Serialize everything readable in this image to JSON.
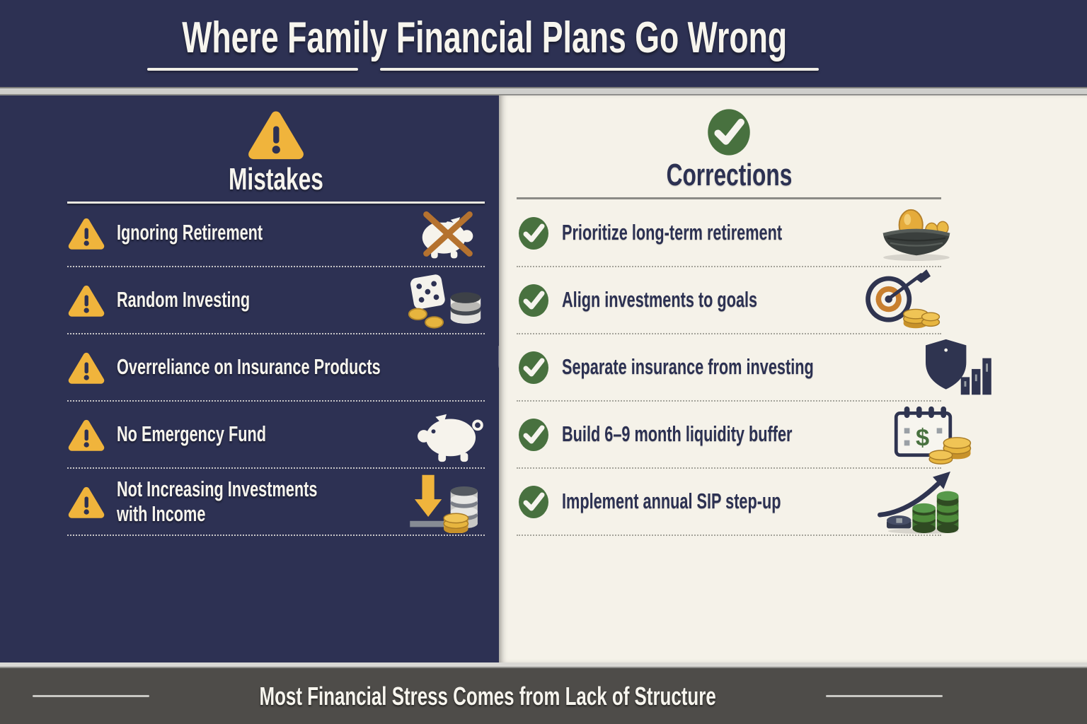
{
  "title": "Where Family Financial Plans Go Wrong",
  "colors": {
    "navy_background": "#2d3153",
    "cream_background": "#f5f2e9",
    "warning_yellow": "#f0b43c",
    "check_green": "#48713f",
    "footer_gray": "#4e4c49",
    "cross_orange": "#b5722f"
  },
  "mistakes": {
    "header": "Mistakes",
    "header_icon": "warning-triangle-icon",
    "items": [
      {
        "label": "Ignoring Retirement",
        "icon": "crossed-piggy-bank-icon"
      },
      {
        "label": "Random Investing",
        "icon": "dice-and-coins-icon"
      },
      {
        "label": "Overreliance on Insurance Products",
        "icon": "shield-dollar-coins-icon"
      },
      {
        "label": "No Emergency Fund",
        "icon": "piggy-bank-icon"
      },
      {
        "label": "Not Increasing Investments with Income",
        "icon": "down-arrow-coins-icon"
      }
    ]
  },
  "corrections": {
    "header": "Corrections",
    "header_icon": "check-circle-icon",
    "items": [
      {
        "label": "Prioritize long-term retirement",
        "icon": "nest-egg-icon"
      },
      {
        "label": "Align investments to goals",
        "icon": "target-arrow-coins-icon"
      },
      {
        "label": "Separate insurance from investing",
        "icon": "shield-bar-chart-icon"
      },
      {
        "label": "Build 6–9 month liquidity buffer",
        "icon": "calendar-coins-icon"
      },
      {
        "label": "Implement annual SIP step-up",
        "icon": "growth-arrow-coins-icon"
      }
    ]
  },
  "footer": {
    "text": "Most Financial Stress Comes from Lack of Structure"
  }
}
